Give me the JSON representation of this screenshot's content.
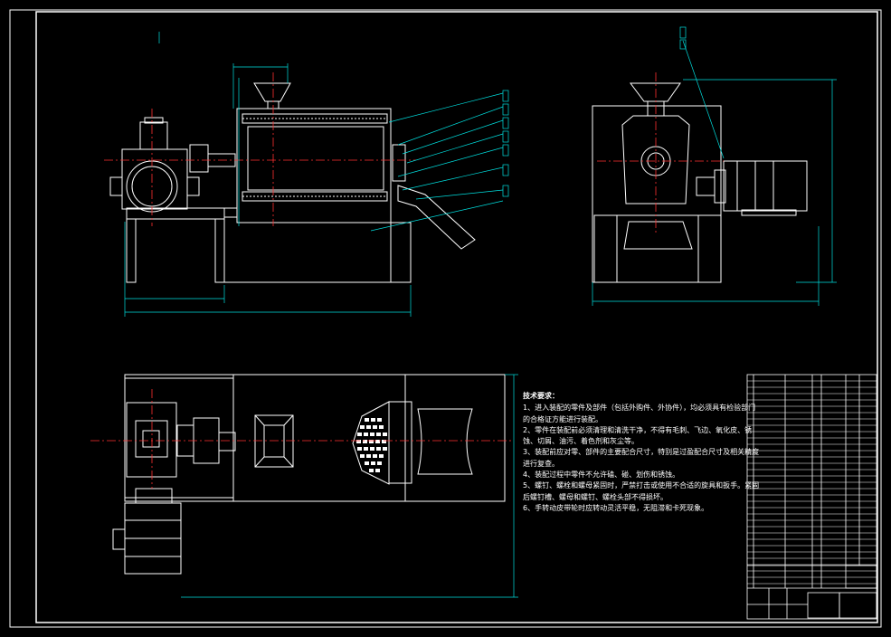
{
  "drawing": {
    "title": "",
    "technical_requirements": {
      "heading": "技术要求：",
      "lines": [
        "1、进入装配的零件及部件（包括外购件、外协件），均必须具有检验部门",
        "的合格证方能进行装配。",
        "2、零件在装配前必须清理和清洗干净，不得有毛刺、飞边、氧化皮、锈",
        "蚀、切屑、油污、着色剂和灰尘等。",
        "3、装配前应对零、部件的主要配合尺寸，特别是过盈配合尺寸及相关精度",
        "进行复查。",
        "4、装配过程中零件不允许磕、碰、划伤和锈蚀。",
        "5、螺钉、螺栓和螺母紧固时，严禁打击或使用不合适的旋具和扳手。紧固",
        "后螺钉槽、螺母和螺钉、螺栓头部不得损坏。",
        "6、手转动皮带轮时应转动灵活平稳，无阻滞和卡死现象。"
      ]
    },
    "colors": {
      "background": "#000000",
      "outline": "#ffffff",
      "dimension": "#00ffff",
      "centerline": "#ff0000",
      "hatch": "#ffffff"
    }
  }
}
